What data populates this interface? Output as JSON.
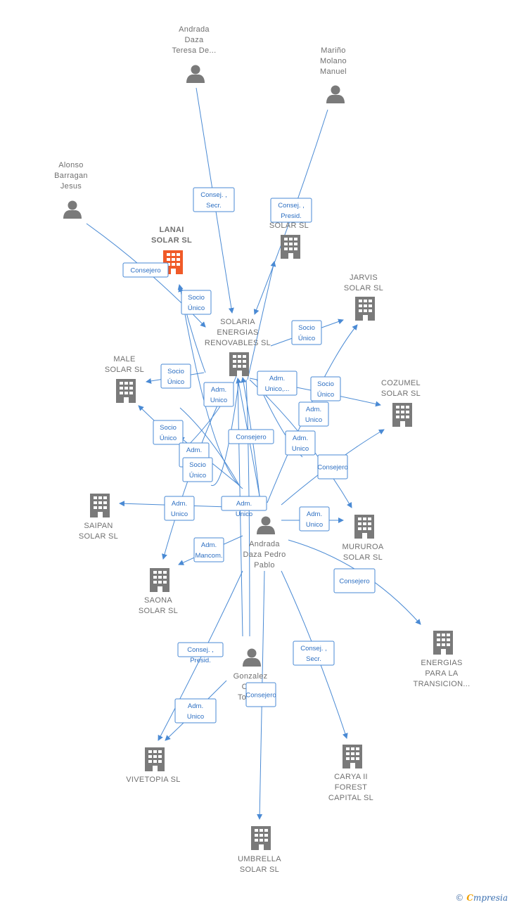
{
  "colors": {
    "edge": "#4a8ad4",
    "icon": "#7a7a7a",
    "focus_icon": "#f05a28",
    "label": "#707070"
  },
  "nodes": [
    {
      "id": "andrada_teresa",
      "type": "person",
      "label": [
        "Andrada",
        "Daza",
        "Teresa De..."
      ]
    },
    {
      "id": "marino",
      "type": "person",
      "label": [
        "Mariño",
        "Molano",
        "Manuel"
      ]
    },
    {
      "id": "alonso",
      "type": "person",
      "label": [
        "Alonso",
        "Barragan",
        "Jesus"
      ]
    },
    {
      "id": "lanai",
      "type": "company",
      "focus": true,
      "label": [
        "LANAI",
        "SOLAR  SL"
      ]
    },
    {
      "id": "valor",
      "type": "company",
      "label": [
        "VALOR",
        "SOLAR  SL"
      ]
    },
    {
      "id": "jarvis",
      "type": "company",
      "label": [
        "JARVIS",
        "SOLAR  SL"
      ]
    },
    {
      "id": "solaria",
      "type": "company",
      "label": [
        "SOLARIA",
        "ENERGIAS",
        "RENOVABLES SL"
      ]
    },
    {
      "id": "male",
      "type": "company",
      "label": [
        "MALE",
        "SOLAR  SL"
      ]
    },
    {
      "id": "cozumel",
      "type": "company",
      "label": [
        "COZUMEL",
        "SOLAR  SL"
      ]
    },
    {
      "id": "saipan",
      "type": "company",
      "label": [
        "SAIPAN",
        "SOLAR  SL"
      ]
    },
    {
      "id": "andrada_pedro",
      "type": "person",
      "label": [
        "Andrada",
        "Daza Pedro",
        "Pablo"
      ]
    },
    {
      "id": "mururoa",
      "type": "company",
      "label": [
        "MURUROA",
        "SOLAR  SL"
      ]
    },
    {
      "id": "saona",
      "type": "company",
      "label": [
        "SAONA",
        "SOLAR  SL"
      ]
    },
    {
      "id": "energias",
      "type": "company",
      "label": [
        "ENERGIAS",
        "PARA LA",
        "TRANSICION..."
      ]
    },
    {
      "id": "gonzalez",
      "type": "person",
      "label": [
        "Gonzalez",
        "Ca...",
        "Toro ..."
      ]
    },
    {
      "id": "vivetopia",
      "type": "company",
      "label": [
        "VIVETOPIA  SL"
      ]
    },
    {
      "id": "carya",
      "type": "company",
      "label": [
        "CARYA II",
        "FOREST",
        "CAPITAL SL"
      ]
    },
    {
      "id": "umbrella",
      "type": "company",
      "label": [
        "UMBRELLA",
        "SOLAR SL"
      ]
    }
  ],
  "edges": [
    {
      "label": [
        "Consej. ,",
        "Secr."
      ]
    },
    {
      "label": [
        "Consej. ,",
        "Presid."
      ]
    },
    {
      "label": [
        "Consejero"
      ]
    },
    {
      "label": [
        "Socio",
        "Único"
      ]
    },
    {
      "label": [
        "Socio",
        "Único"
      ]
    },
    {
      "label": [
        "Socio",
        "Único"
      ]
    },
    {
      "label": [
        "Adm.",
        "Unico"
      ]
    },
    {
      "label": [
        "Adm.",
        "Unico,..."
      ]
    },
    {
      "label": [
        "Socio",
        "Único"
      ]
    },
    {
      "label": [
        "Adm.",
        "Unico"
      ]
    },
    {
      "label": [
        "Consejero"
      ]
    },
    {
      "label": [
        "Socio",
        "Único"
      ]
    },
    {
      "label": [
        "Adm.",
        "Unico"
      ]
    },
    {
      "label": [
        "Socio",
        "Único"
      ]
    },
    {
      "label": [
        "Adm.",
        "Unico"
      ]
    },
    {
      "label": [
        "Consejero"
      ]
    },
    {
      "label": [
        "Adm.",
        "Unico"
      ]
    },
    {
      "label": [
        "Adm.",
        "Unico"
      ]
    },
    {
      "label": [
        "Adm.",
        "Unico"
      ]
    },
    {
      "label": [
        "Adm.",
        "Mancom."
      ]
    },
    {
      "label": [
        "Consejero"
      ]
    },
    {
      "label": [
        "Consej. ,",
        "Presid."
      ]
    },
    {
      "label": [
        "Consej. ,",
        "Secr."
      ]
    },
    {
      "label": [
        "Adm.",
        "Unico"
      ]
    },
    {
      "label": [
        "Consejero"
      ]
    }
  ],
  "footer": {
    "copyright": "©",
    "brand_initial": "C",
    "brand_rest": "mpresia"
  }
}
